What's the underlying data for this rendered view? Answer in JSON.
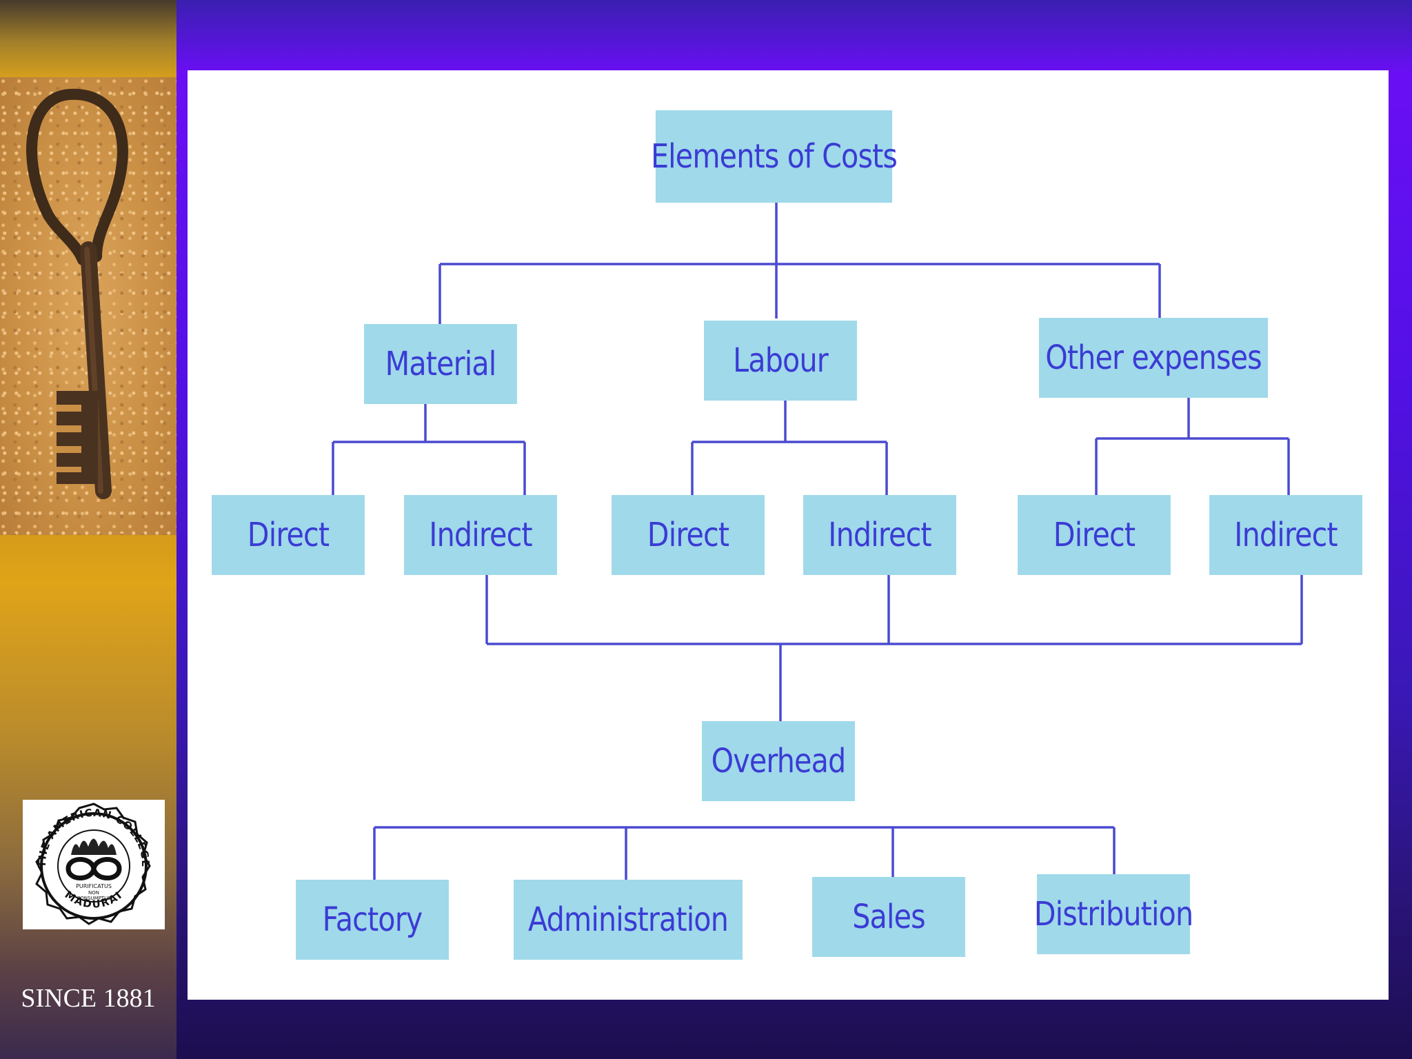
{
  "sidebar": {
    "since": "SINCE 1881",
    "seal": {
      "ring_top": "THE AMERICAN COLLEGE",
      "ring_bottom": "MADURAI",
      "motto_1": "PURIFICATUS",
      "motto_2": "NON",
      "motto_3": "CONSUMPTUS"
    }
  },
  "diagram": {
    "root": "Elements of Costs",
    "material": "Material",
    "labour": "Labour",
    "other": "Other expenses",
    "material_direct": "Direct",
    "material_indirect": "Indirect",
    "labour_direct": "Direct",
    "labour_indirect": "Indirect",
    "other_direct": "Direct",
    "other_indirect": "Indirect",
    "overhead": "Overhead",
    "factory": "Factory",
    "administration": "Administration",
    "sales": "Sales",
    "distribution": "Distribution"
  },
  "colors": {
    "node_fill": "#9fd9ea",
    "node_text": "#3b3bd4",
    "connector": "#4a4ad0"
  }
}
